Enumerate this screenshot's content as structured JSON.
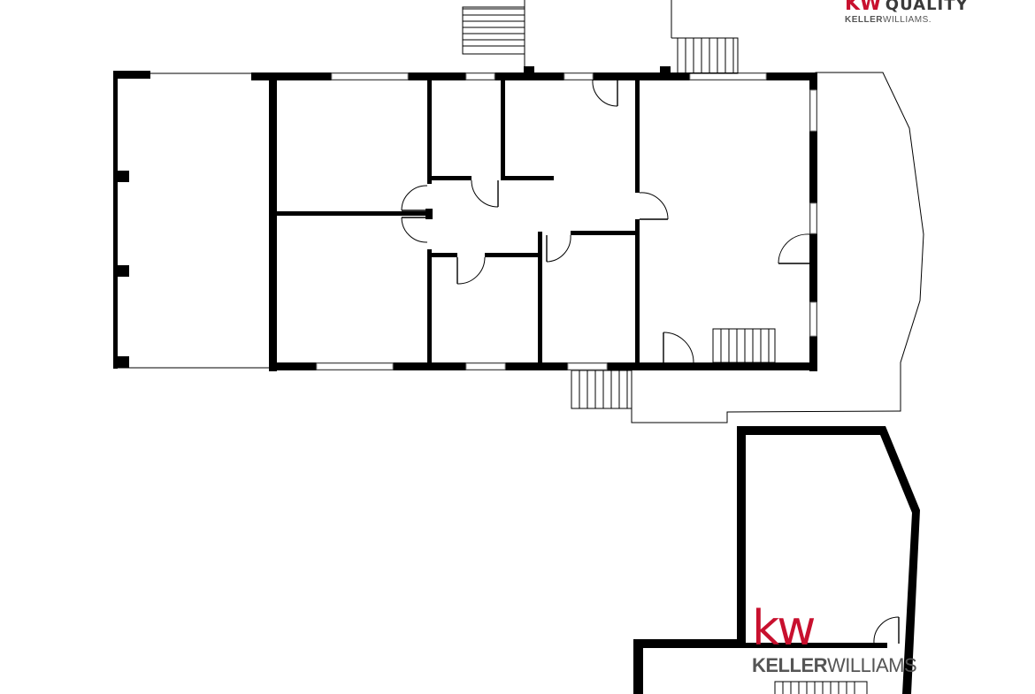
{
  "branding": {
    "top_logo_mark": "KW",
    "top_logo_word": "QUALITY",
    "top_logo_sub_bold": "KELLER",
    "top_logo_sub_light": "WILLIAMS.",
    "center_logo_mark": "kw",
    "center_logo_sub_bold": "KELLER",
    "center_logo_sub_light": "WILLIAMS",
    "brand_red": "#c8102e",
    "brand_gray": "#555555"
  },
  "footer": {
    "note": ""
  }
}
